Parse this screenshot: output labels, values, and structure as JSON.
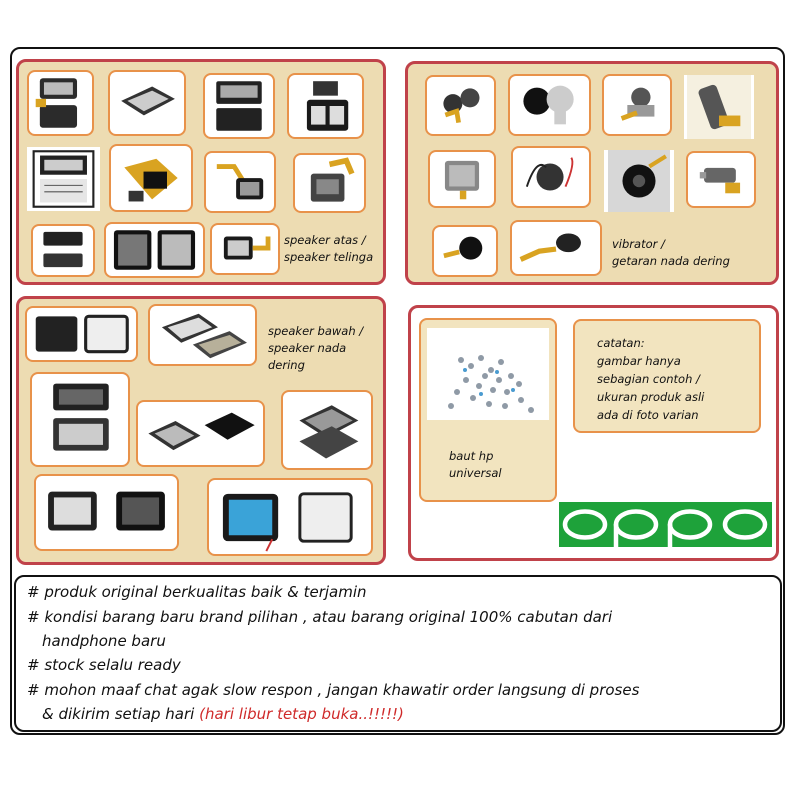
{
  "panels": {
    "speaker_atas": {
      "label": "speaker atas /\nspeaker telinga"
    },
    "vibrator": {
      "label": "vibrator /\ngetaran nada dering"
    },
    "speaker_bawah": {
      "label": "speaker bawah /\nspeaker nada\ndering"
    },
    "baut": {
      "label": "baut hp\nuniversal"
    },
    "catatan": {
      "label": "catatan:\ngambar hanya\nsebagian contoh /\nukuran produk asli\nada di foto varian"
    },
    "brand": {
      "logo_text": "oppo",
      "logo_color": "#1ea23a"
    }
  },
  "info": {
    "line1": "# produk original berkualitas baik & terjamin",
    "line2": "# kondisi barang baru brand pilihan , atau barang original 100% cabutan dari",
    "line3": "handphone baru",
    "line4": "# stock selalu ready",
    "line5": "# mohon maaf chat agak slow respon , jangan khawatir order langsung di proses",
    "line6": "& dikirim setiap hari",
    "line6_red": "(hari libur tetap buka..!!!!!)"
  },
  "colors": {
    "panel_bg": "#eddcb2",
    "panel_border": "#c0424a",
    "thumb_border": "#e8924a",
    "accent_red": "#cf2a2a"
  }
}
